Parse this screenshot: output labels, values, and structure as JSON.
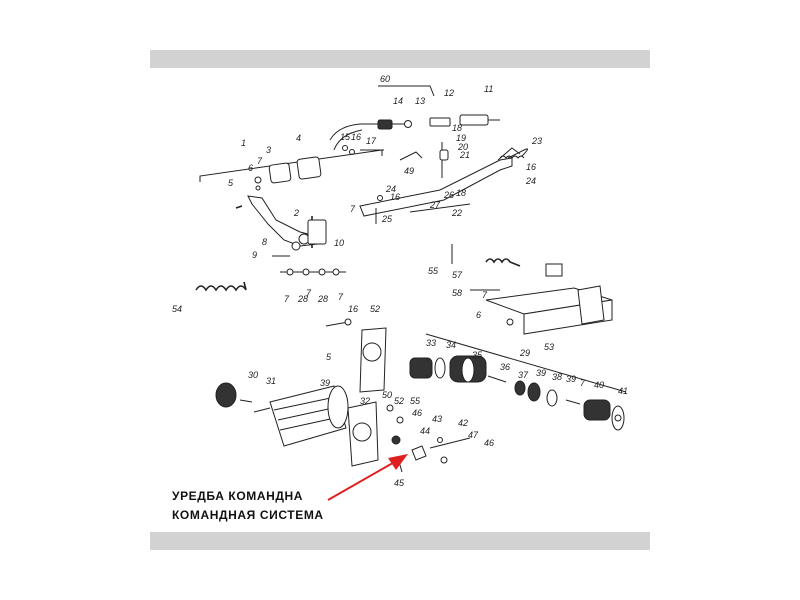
{
  "caption": {
    "line1": "УРЕДБА КОМАНДНА",
    "line2": "КОМАНДНАЯ СИСТЕМА"
  },
  "colors": {
    "frame_bar": "#d2d2d2",
    "arrow": "#e02020",
    "ink": "#222222"
  },
  "part_numbers": [
    {
      "id": "p60",
      "text": "60"
    },
    {
      "id": "p14",
      "text": "14"
    },
    {
      "id": "p13",
      "text": "13"
    },
    {
      "id": "p12",
      "text": "12"
    },
    {
      "id": "p11",
      "text": "11"
    },
    {
      "id": "p1",
      "text": "1"
    },
    {
      "id": "p15",
      "text": "15"
    },
    {
      "id": "p16a",
      "text": "16"
    },
    {
      "id": "p17",
      "text": "17"
    },
    {
      "id": "p18a",
      "text": "18"
    },
    {
      "id": "p19",
      "text": "19"
    },
    {
      "id": "p20",
      "text": "20"
    },
    {
      "id": "p21",
      "text": "21"
    },
    {
      "id": "p23",
      "text": "23"
    },
    {
      "id": "p16b",
      "text": "16"
    },
    {
      "id": "p24a",
      "text": "24"
    },
    {
      "id": "p3",
      "text": "3"
    },
    {
      "id": "p4",
      "text": "4"
    },
    {
      "id": "p6a",
      "text": "6"
    },
    {
      "id": "p7a",
      "text": "7"
    },
    {
      "id": "p49",
      "text": "49"
    },
    {
      "id": "p5a",
      "text": "5"
    },
    {
      "id": "p2",
      "text": "2"
    },
    {
      "id": "p24b",
      "text": "24"
    },
    {
      "id": "p16c",
      "text": "16"
    },
    {
      "id": "p26",
      "text": "26"
    },
    {
      "id": "p18b",
      "text": "18"
    },
    {
      "id": "p27",
      "text": "27"
    },
    {
      "id": "p22",
      "text": "22"
    },
    {
      "id": "p7b",
      "text": "7"
    },
    {
      "id": "p25",
      "text": "25"
    },
    {
      "id": "p10",
      "text": "10"
    },
    {
      "id": "p8",
      "text": "8"
    },
    {
      "id": "p9",
      "text": "9"
    },
    {
      "id": "p7c",
      "text": "7"
    },
    {
      "id": "p28a",
      "text": "28"
    },
    {
      "id": "p7d",
      "text": "7"
    },
    {
      "id": "p28b",
      "text": "28"
    },
    {
      "id": "p7e",
      "text": "7"
    },
    {
      "id": "p54",
      "text": "54"
    },
    {
      "id": "p55a",
      "text": "55"
    },
    {
      "id": "p57",
      "text": "57"
    },
    {
      "id": "p58",
      "text": "58"
    },
    {
      "id": "p6b",
      "text": "6"
    },
    {
      "id": "p7f",
      "text": "7"
    },
    {
      "id": "p53",
      "text": "53"
    },
    {
      "id": "p16d",
      "text": "16"
    },
    {
      "id": "p52a",
      "text": "52"
    },
    {
      "id": "p5b",
      "text": "5"
    },
    {
      "id": "p39a",
      "text": "39"
    },
    {
      "id": "p33",
      "text": "33"
    },
    {
      "id": "p34",
      "text": "34"
    },
    {
      "id": "p35",
      "text": "35"
    },
    {
      "id": "p29",
      "text": "29"
    },
    {
      "id": "p36",
      "text": "36"
    },
    {
      "id": "p37",
      "text": "37"
    },
    {
      "id": "p39b",
      "text": "39"
    },
    {
      "id": "p38",
      "text": "38"
    },
    {
      "id": "p39c",
      "text": "39"
    },
    {
      "id": "p7g",
      "text": "7"
    },
    {
      "id": "p40",
      "text": "40"
    },
    {
      "id": "p41",
      "text": "41"
    },
    {
      "id": "p30",
      "text": "30"
    },
    {
      "id": "p31",
      "text": "31"
    },
    {
      "id": "p32",
      "text": "32"
    },
    {
      "id": "p50",
      "text": "50"
    },
    {
      "id": "p52b",
      "text": "52"
    },
    {
      "id": "p55b",
      "text": "55"
    },
    {
      "id": "p46a",
      "text": "46"
    },
    {
      "id": "p42",
      "text": "42"
    },
    {
      "id": "p43",
      "text": "43"
    },
    {
      "id": "p44",
      "text": "44"
    },
    {
      "id": "p47",
      "text": "47"
    },
    {
      "id": "p46b",
      "text": "46"
    },
    {
      "id": "p45",
      "text": "45"
    }
  ]
}
